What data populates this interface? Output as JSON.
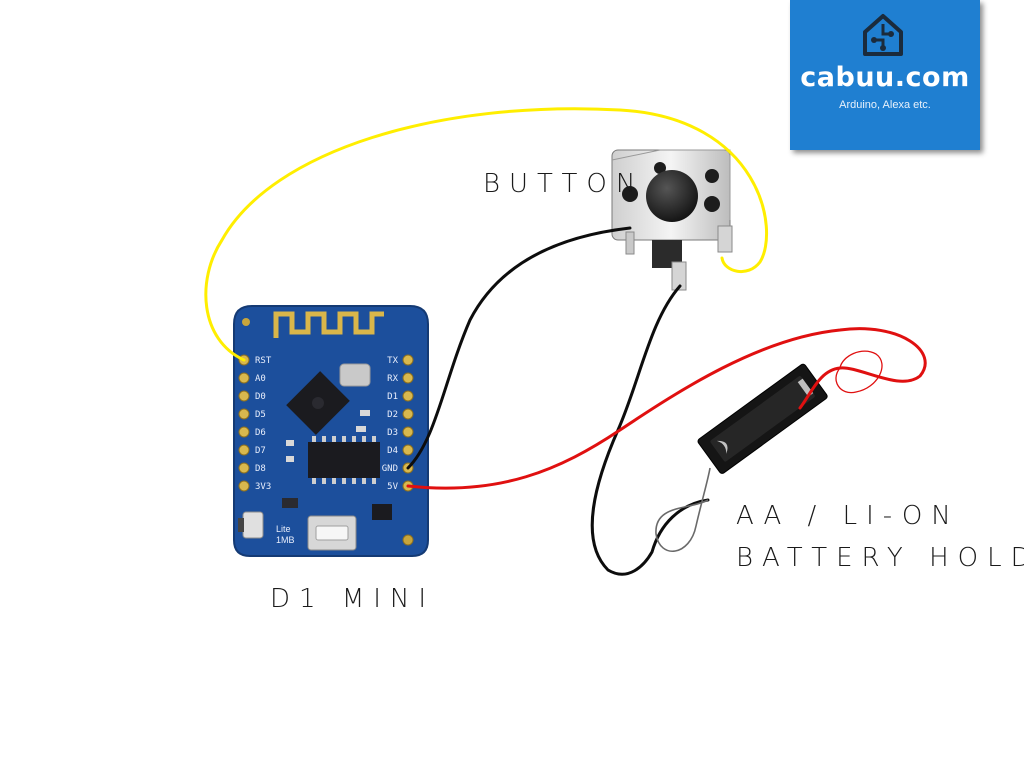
{
  "brand": {
    "name": "cabuu.com",
    "tagline": "Arduino, Alexa etc.",
    "color": "#1f7fd1"
  },
  "labels": {
    "board": "D1 MINI",
    "button": "BUTTON",
    "battery_line1": "AA / LI-ON",
    "battery_line2": "BATTERY HOLDER"
  },
  "board": {
    "pins_left": [
      "RST",
      "A0",
      "D0",
      "D5",
      "D6",
      "D7",
      "D8",
      "3V3"
    ],
    "pins_right": [
      "TX",
      "RX",
      "D1",
      "D2",
      "D3",
      "D4",
      "GND",
      "5V"
    ],
    "silkscreen": [
      "Lite",
      "1MB"
    ],
    "pcb_color": "#1c4f9c"
  },
  "wires": {
    "yellow": "#ffee00",
    "black": "#0d0d0d",
    "red": "#e01010"
  }
}
